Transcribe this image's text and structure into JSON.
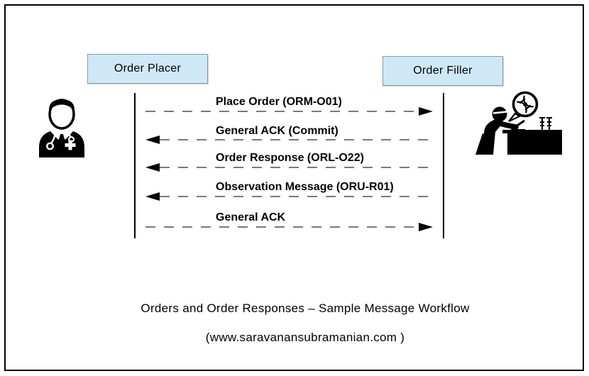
{
  "diagram": {
    "caption_line1": "Orders and Order Responses – Sample Message Workflow",
    "caption_line2": "(www.saravanansubramanian.com )",
    "actors": {
      "placer": {
        "label": "Order Placer",
        "icon": "doctor-icon"
      },
      "filler": {
        "label": "Order Filler",
        "icon": "lab-scientist-icon"
      }
    },
    "messages": [
      {
        "label": "Place Order (ORM-O01)",
        "direction": "right"
      },
      {
        "label": "General ACK (Commit)",
        "direction": "left"
      },
      {
        "label": "Order Response (ORL-O22)",
        "direction": "left"
      },
      {
        "label": "Observation Message (ORU-R01)",
        "direction": "left"
      },
      {
        "label": "General ACK",
        "direction": "right"
      }
    ],
    "colors": {
      "background": "#ffffff",
      "outer_border": "#000000",
      "actor_box_fill": "#cfe8f6",
      "actor_box_border": "#8a9aa4",
      "lifeline": "#000000",
      "dash": "#7a7a7a",
      "arrowhead": "#000000",
      "icon": "#000000",
      "text": "#000000"
    }
  }
}
